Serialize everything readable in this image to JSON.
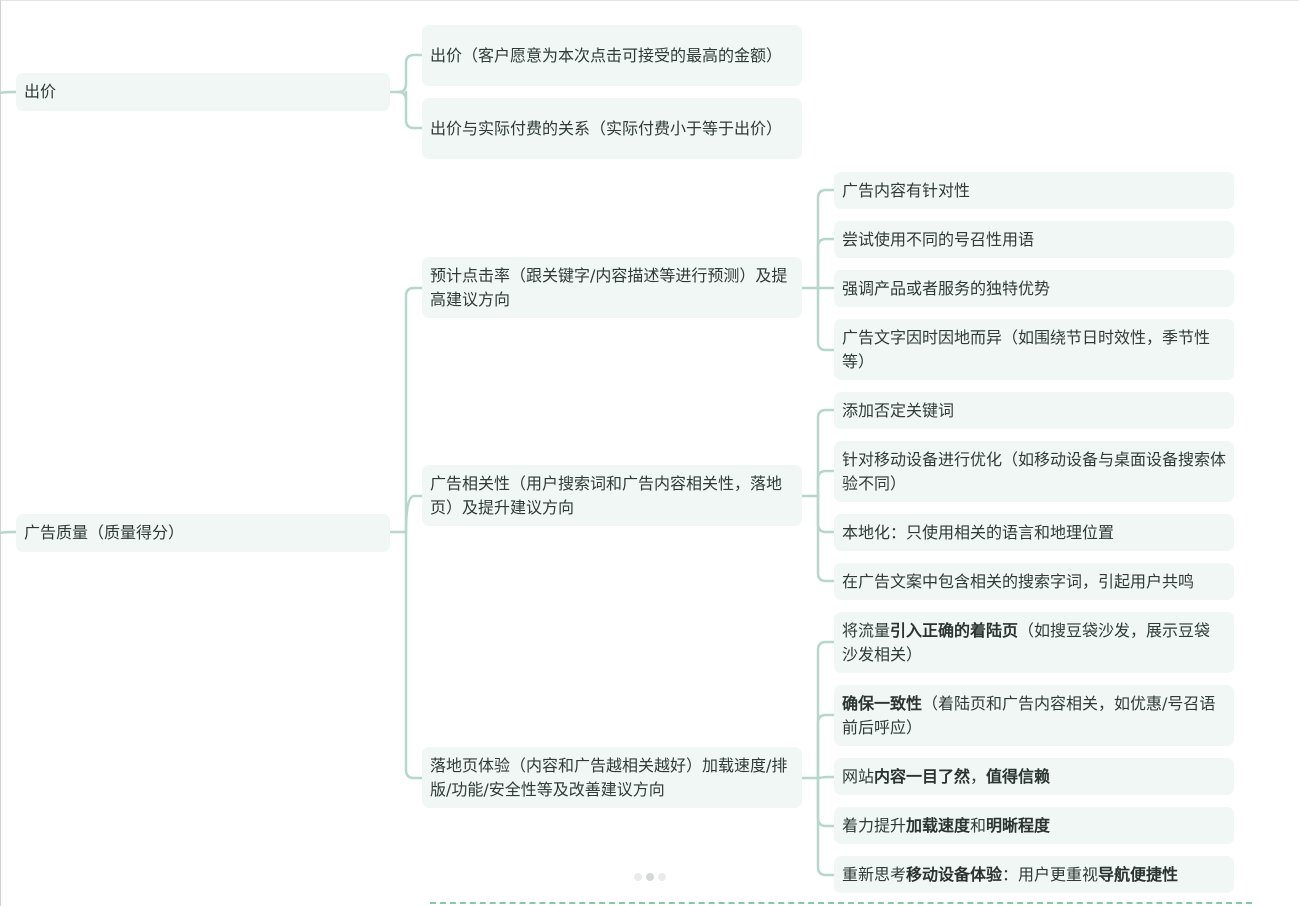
{
  "level1": {
    "bid": "出价",
    "quality": "广告质量（质量得分）"
  },
  "bid": {
    "a": "出价（客户愿意为本次点击可接受的最高的金额）",
    "b": "出价与实际付费的关系（实际付费小于等于出价）"
  },
  "quality": {
    "ctr": "预计点击率（跟关键字/内容描述等进行预测）及提高建议方向",
    "rel": "广告相关性（用户搜索词和广告内容相关性，落地页）及提升建议方向",
    "land": "落地页体验（内容和广告越相关越好）加载速度/排版/功能/安全性等及改善建议方向"
  },
  "ctr_items": [
    "广告内容有针对性",
    "尝试使用不同的号召性用语",
    "强调产品或者服务的独特优势",
    "广告文字因时因地而异（如围绕节日时效性，季节性等）"
  ],
  "rel_items": [
    "添加否定关键词",
    "针对移动设备进行优化（如移动设备与桌面设备搜索体验不同）",
    "本地化：只使用相关的语言和地理位置",
    "在广告文案中包含相关的搜索字词，引起用户共鸣"
  ],
  "land_items": [
    {
      "pre": "将流量",
      "bold1": "引入正确的着陆页",
      "mid": "（如搜豆袋沙发，展示豆袋沙发相关）",
      "bold2": "",
      "post": ""
    },
    {
      "pre": "",
      "bold1": "确保一致性",
      "mid": "（着陆页和广告内容相关，如优惠/号召语前后呼应）",
      "bold2": "",
      "post": ""
    },
    {
      "pre": "网站",
      "bold1": "内容一目了然",
      "mid": "，",
      "bold2": "值得信赖",
      "post": ""
    },
    {
      "pre": "着力提升",
      "bold1": "加载速度",
      "mid": "和",
      "bold2": "明晰程度",
      "post": ""
    },
    {
      "pre": "重新思考",
      "bold1": "移动设备体验",
      "mid": "：用户更重视",
      "bold2": "导航便捷性",
      "post": ""
    }
  ],
  "colors": {
    "node_bg": "#f1f7f5",
    "connector": "#b5d8cb",
    "text": "#2f3a36",
    "dashed_accent": "#86c9a4"
  }
}
